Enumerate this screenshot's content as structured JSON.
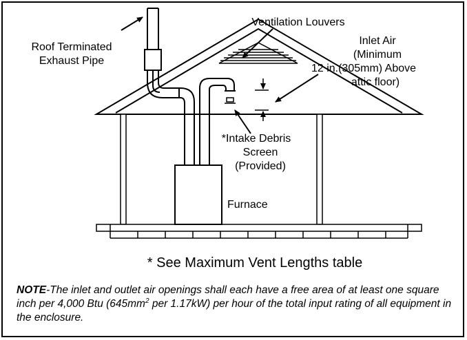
{
  "labels": {
    "roof_exhaust_1": "Roof Terminated",
    "roof_exhaust_2": "Exhaust Pipe",
    "louvers": "Ventilation Louvers",
    "inlet_1": "Inlet Air",
    "inlet_2": "(Minimum",
    "inlet_3": "12 in.(305mm) Above",
    "inlet_4": "attic floor)",
    "screen_1": "*Intake Debris",
    "screen_2": "Screen",
    "screen_3": "(Provided)",
    "furnace": "Furnace"
  },
  "footnote": "* See Maximum Vent Lengths table",
  "note": {
    "bold_label": "NOTE",
    "text_1": "-The inlet and outlet air openings shall each have a free area of at least one square inch per 4,000 Btu (645mm",
    "sup": "2",
    "text_2": " per 1.17kW) per hour of the total input rating of all equipment in the enclosure."
  }
}
